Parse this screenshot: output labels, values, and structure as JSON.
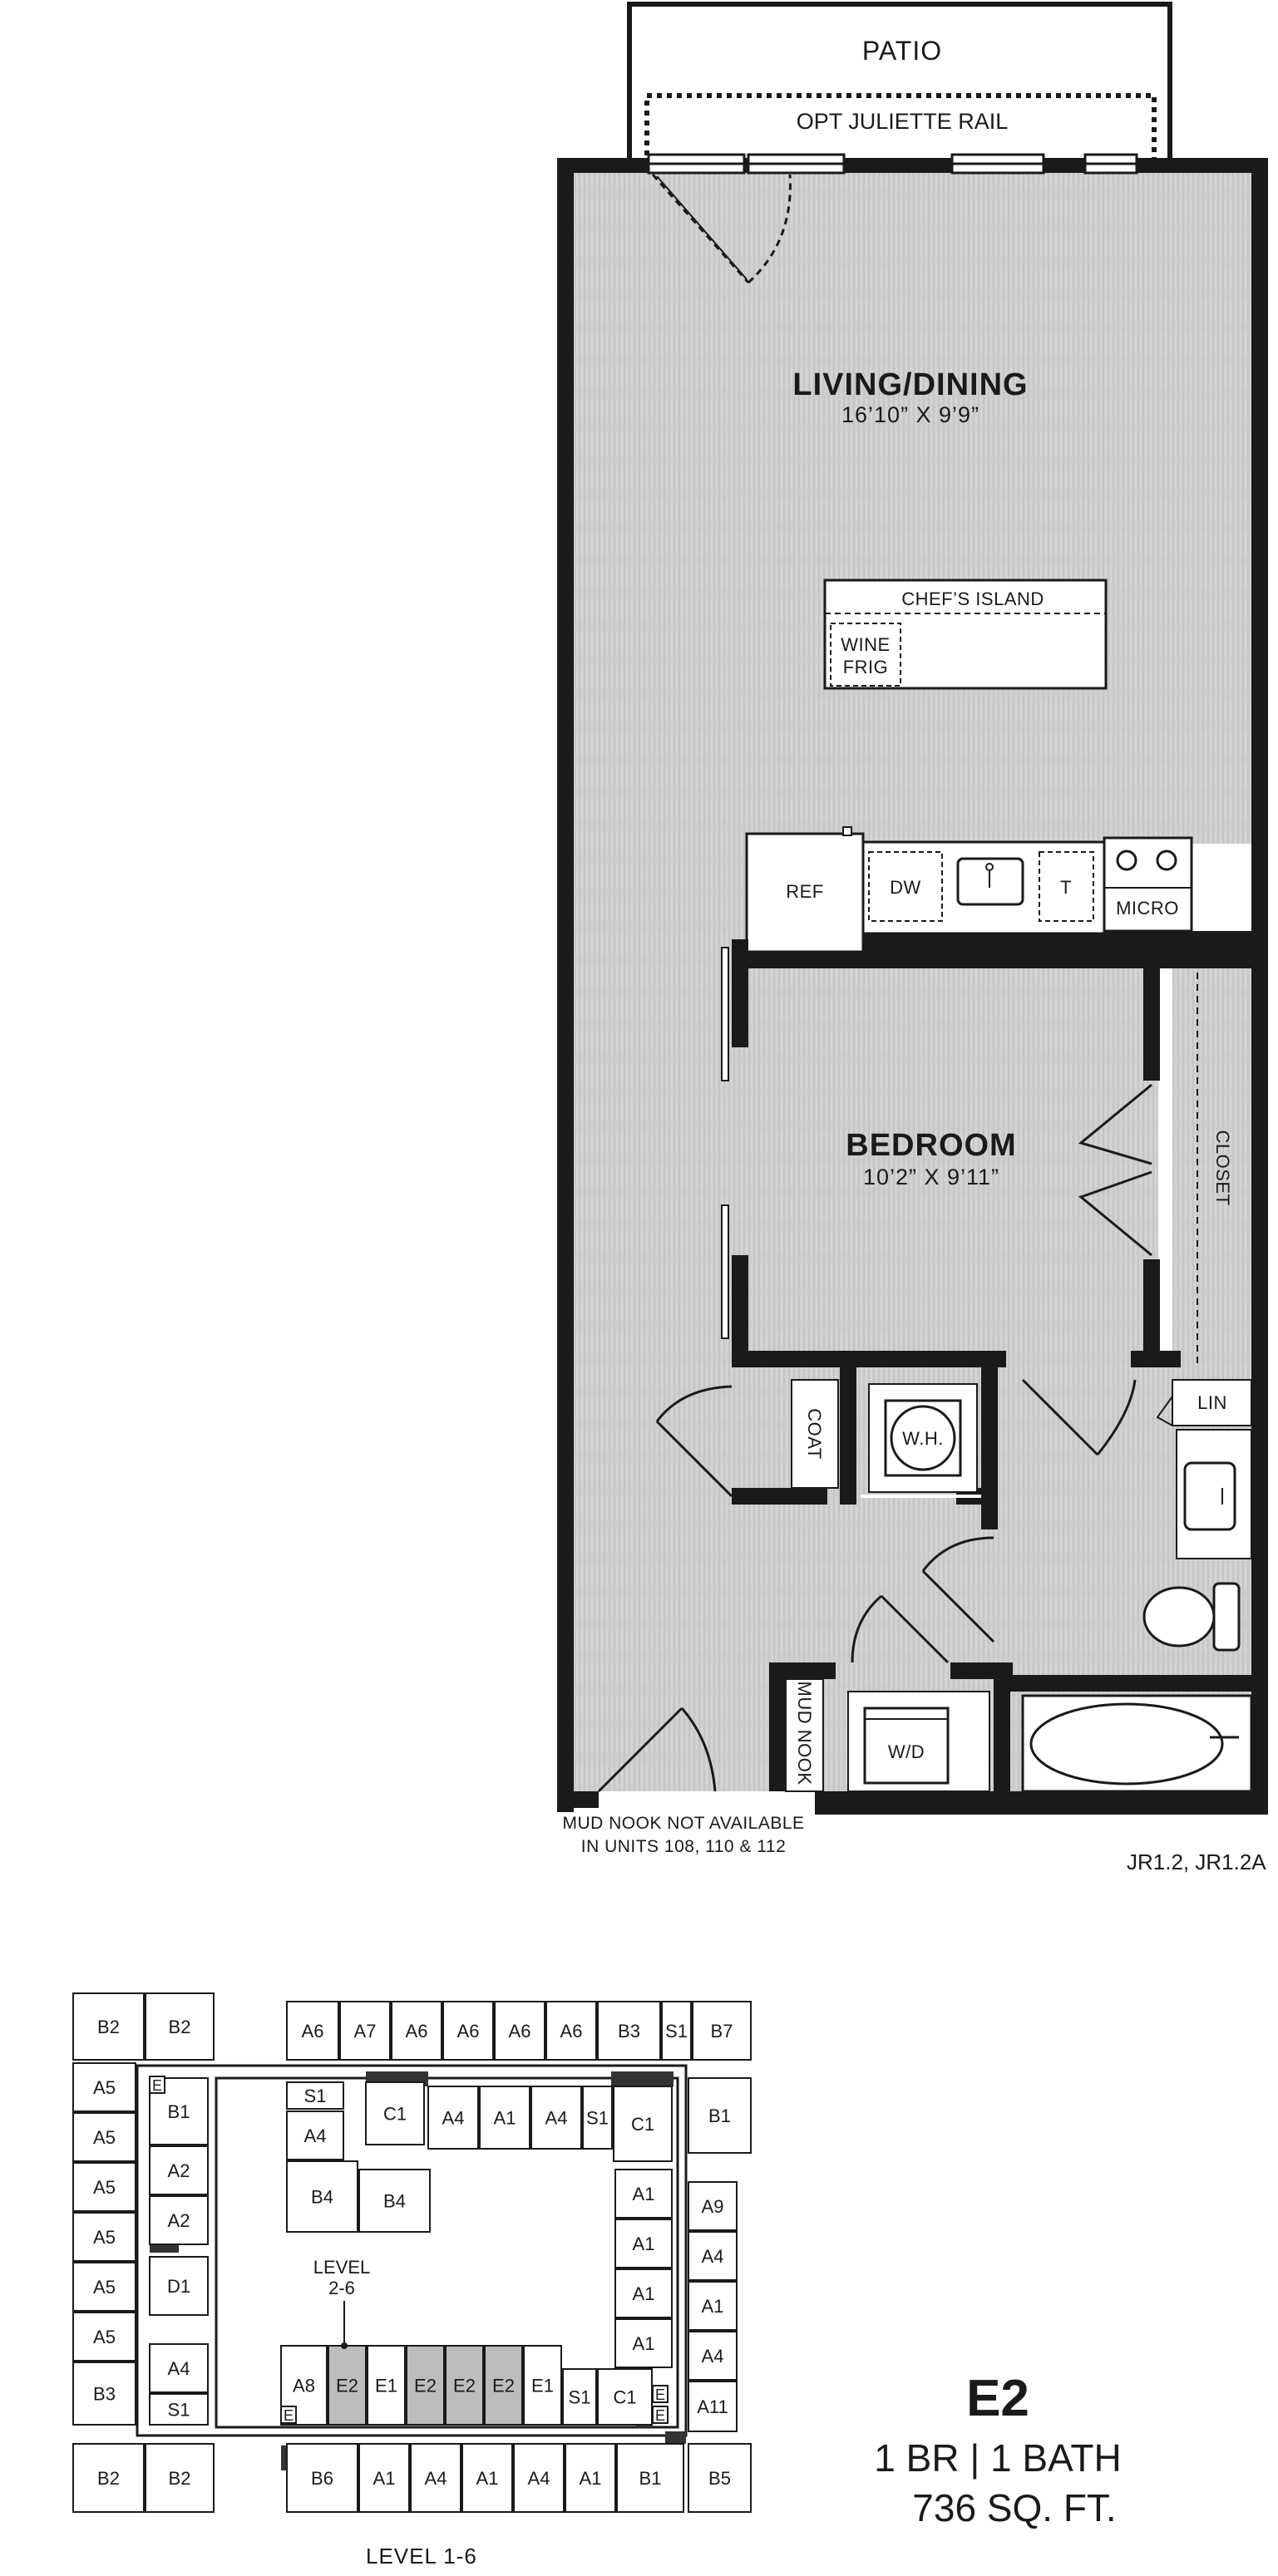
{
  "floorplan": {
    "rooms": {
      "patio": "PATIO",
      "juliette_rail": "OPT JULIETTE RAIL",
      "living": {
        "name": "LIVING/DINING",
        "dims": "16’10” X 9’9”"
      },
      "bedroom": {
        "name": "BEDROOM",
        "dims": "10’2” X 9’11”"
      }
    },
    "fixtures": {
      "island": "CHEF’S ISLAND",
      "wine_1": "WINE",
      "wine_2": "FRIG",
      "ref": "REF",
      "dw": "DW",
      "trash": "T",
      "micro": "MICRO",
      "closet": "CLOSET",
      "coat": "COAT",
      "wh": "W.H.",
      "lin": "LIN",
      "mud_nook": "MUD NOOK",
      "wd": "W/D"
    },
    "note_line_1": "MUD NOOK NOT AVAILABLE",
    "note_line_2": "IN UNITS 108, 110 & 112",
    "unit_codes": "JR1.2, JR1.2A"
  },
  "summary": {
    "unit_name": "E2",
    "unit_type": "1 BR | 1 BATH",
    "area": "736 SQ. FT."
  },
  "site_plan": {
    "caption": "LEVEL 1-6",
    "marker_line_1": "LEVEL",
    "marker_line_2": "2-6",
    "highlight_color": "#bdbdbd",
    "units": {
      "top_b2a": "B2",
      "top_b2b": "B2",
      "top_a6a": "A6",
      "top_a7": "A7",
      "top_a6b": "A6",
      "top_a6c": "A6",
      "top_a6d": "A6",
      "top_a6e": "A6",
      "top_b3": "B3",
      "top_s1": "S1",
      "top_b7": "B7",
      "left_a5a": "A5",
      "left_a5b": "A5",
      "left_a5c": "A5",
      "left_a5d": "A5",
      "left_a5e": "A5",
      "left_a5f": "A5",
      "left_b3": "B3",
      "left_b2": "B2",
      "inl_b1": "B1",
      "inl_a2a": "A2",
      "inl_a2b": "A2",
      "inl_d1": "D1",
      "inl_a4": "A4",
      "inl_s1": "S1",
      "bot_b2": "B2",
      "ctr_s1": "S1",
      "ctr_a4": "A4",
      "ctr_b4a": "B4",
      "ctr_b4b": "B4",
      "ctr_c1a": "C1",
      "ctr_a4b": "A4",
      "ctr_a1": "A1",
      "ctr_a4c": "A4",
      "ctr_s1b": "S1",
      "ctr_c1b": "C1",
      "ir_a1a": "A1",
      "ir_a1b": "A1",
      "ir_a1c": "A1",
      "ir_a1d": "A1",
      "r_b1": "B1",
      "r_a9": "A9",
      "r_a4a": "A4",
      "r_a1": "A1",
      "r_a4b": "A4",
      "r_a11": "A11",
      "r_b5": "B5",
      "s_a8": "A8",
      "s_e2a": "E2",
      "s_e1a": "E1",
      "s_e2b": "E2",
      "s_e2c": "E2",
      "s_e2d": "E2",
      "s_e1b": "E1",
      "s_s1": "S1",
      "s_c1": "C1",
      "b_b6": "B6",
      "b_a1a": "A1",
      "b_a4a": "A4",
      "b_a1b": "A1",
      "b_a4b": "A4",
      "b_a1c": "A1",
      "b_b1": "B1",
      "e1": "E",
      "e2": "E",
      "e3": "E",
      "e4": "E"
    }
  }
}
